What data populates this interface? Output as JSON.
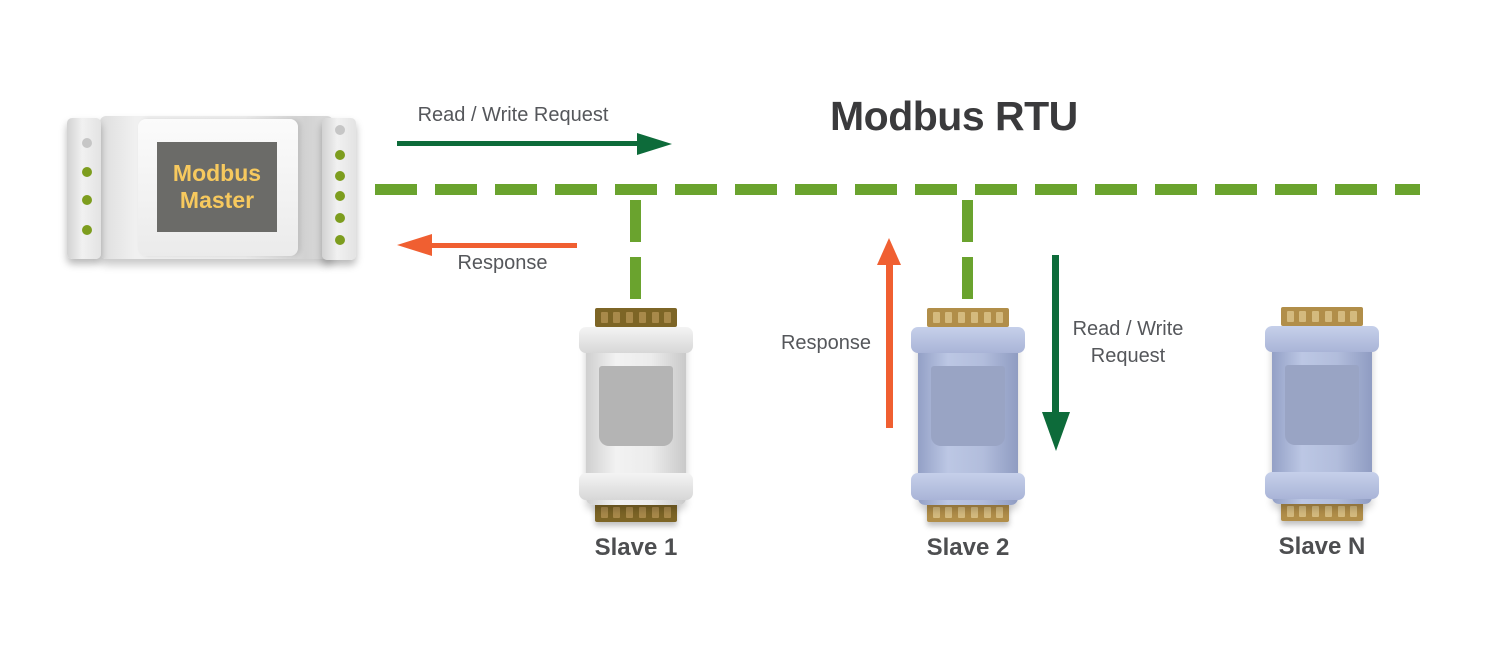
{
  "title": "Modbus RTU",
  "master": {
    "name": "Modbus Master",
    "screen_line1": "Modbus",
    "screen_line2": "Master"
  },
  "bus": {
    "style": "dashed",
    "color": "#6aa32e"
  },
  "arrows": {
    "top_request": {
      "label": "Read / Write Request",
      "direction": "right",
      "color": "#0d6b3a"
    },
    "top_response": {
      "label": "Response",
      "direction": "left",
      "color": "#f05f31"
    },
    "slave2_response": {
      "label": "Response",
      "direction": "up",
      "color": "#f05f31"
    },
    "slave2_request": {
      "line1": "Read / Write",
      "line2": "Request",
      "direction": "down",
      "color": "#0d6b3a"
    }
  },
  "slaves": [
    {
      "label": "Slave 1",
      "variant": "gray"
    },
    {
      "label": "Slave 2",
      "variant": "blue"
    },
    {
      "label": "Slave N",
      "variant": "blue"
    }
  ],
  "colors": {
    "bus_green": "#6aa32e",
    "arrow_green": "#0d6b3a",
    "arrow_orange": "#f05f31",
    "led_green": "#7d9d1e",
    "screen_dark": "#6b6b68",
    "screen_text_yellow": "#f7c95e",
    "label_gray": "#55575b",
    "title_dark": "#3a3a3c"
  }
}
